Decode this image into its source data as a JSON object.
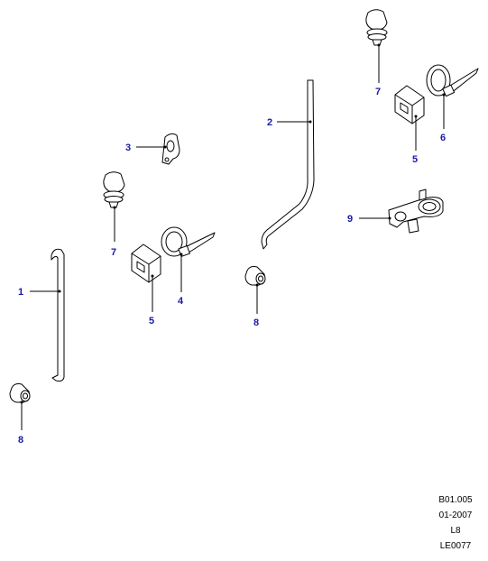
{
  "callouts": {
    "c1": "1",
    "c2": "2",
    "c3": "3",
    "c4": "4",
    "c5a": "5",
    "c5b": "5",
    "c6": "6",
    "c7a": "7",
    "c7b": "7",
    "c8a": "8",
    "c8b": "8",
    "c9": "9"
  },
  "footer": {
    "line1": "B01.005",
    "line2": "01-2007",
    "line3": "L8",
    "line4": "LE0077"
  },
  "colors": {
    "callout": "#1a1aa6",
    "line": "#000000",
    "background": "#ffffff"
  }
}
